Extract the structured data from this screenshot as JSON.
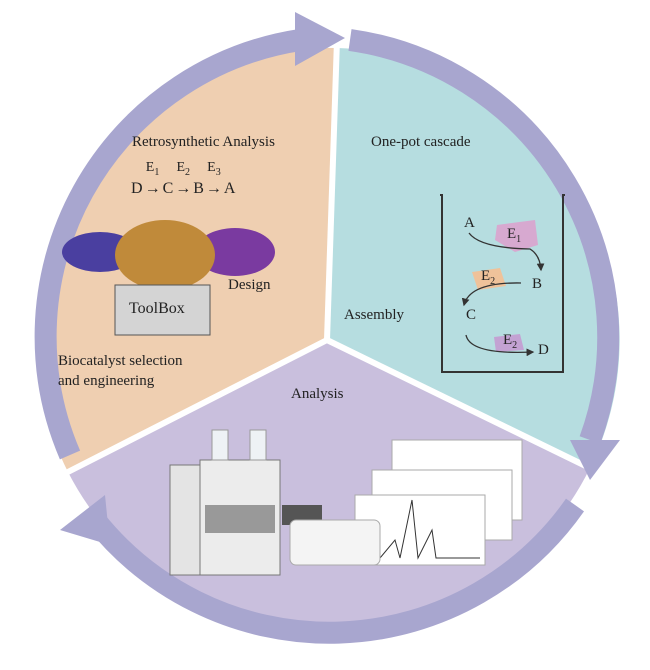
{
  "colors": {
    "design_sector": "#efcfb1",
    "assembly_sector": "#b6dde0",
    "analysis_sector": "#c9bfdd",
    "ring_arrow": "#a8a6cf"
  },
  "design": {
    "title": "Retrosynthetic Analysis",
    "scheme": {
      "D": "D",
      "C": "C",
      "B": "B",
      "A": "A",
      "E1": "E",
      "E1_sub": "1",
      "E2": "E",
      "E2_sub": "2",
      "E3": "E",
      "E3_sub": "3"
    },
    "toolbox": "ToolBox",
    "stage": "Design",
    "caption_line1": "Biocatalyst selection",
    "caption_line2": "and engineering"
  },
  "assembly": {
    "title": "One-pot cascade",
    "stage": "Assembly",
    "pot": {
      "A": "A",
      "B": "B",
      "C": "C",
      "D": "D",
      "enzyme1": "E",
      "enzyme1_sub": "1",
      "enzyme2": "E",
      "enzyme2_sub": "2",
      "enzyme3": "E",
      "enzyme3_sub": "2"
    }
  },
  "analysis": {
    "stage": "Analysis"
  }
}
